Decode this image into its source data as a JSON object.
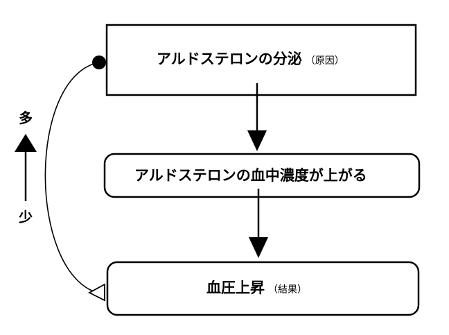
{
  "boxes": {
    "cause": {
      "text": "アルドステロンの分泌",
      "note": "（原因）"
    },
    "middle": {
      "text": "アルドステロンの血中濃度が上がる"
    },
    "result": {
      "text": "血圧上昇",
      "note": "（結果）"
    }
  },
  "scale": {
    "top_label": "多",
    "bottom_label": "少"
  },
  "colors": {
    "stroke": "#000000",
    "background": "#ffffff"
  },
  "icons": {
    "feedback_start": "filled-circle-icon",
    "feedback_end": "hollow-triangle-arrowhead-icon",
    "scale_arrow": "up-arrow-icon"
  }
}
